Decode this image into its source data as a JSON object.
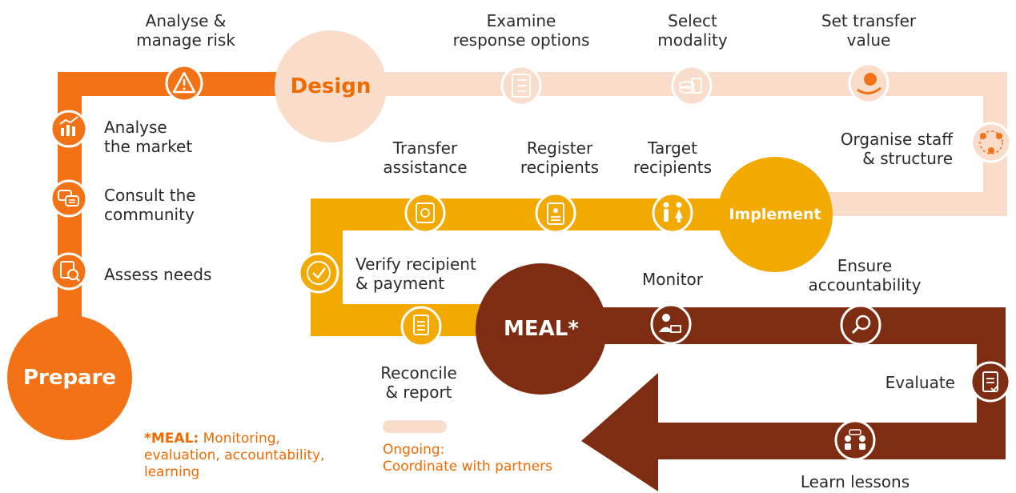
{
  "colors": {
    "prepare": "#f47216",
    "design_light": "#f9ddca",
    "implement": "#f2a900",
    "meal": "#7e2d12",
    "text": "#2b2b2b",
    "footnote": "#f06a00"
  },
  "phases": {
    "prepare": "Prepare",
    "design": "Design",
    "implement": "Implement",
    "meal": "MEAL*"
  },
  "steps": {
    "analyse_risk": "Analyse &\nmanage risk",
    "analyse_market": "Analyse\nthe market",
    "consult_community": "Consult the\ncommunity",
    "assess_needs": "Assess needs",
    "examine_options": "Examine\nresponse options",
    "select_modality": "Select\nmodality",
    "set_transfer_value": "Set transfer\nvalue",
    "organise_staff": "Organise staff\n& structure",
    "transfer_assistance": "Transfer\nassistance",
    "register_recipients": "Register\nrecipients",
    "target_recipients": "Target\nrecipients",
    "verify_payment": "Verify recipient\n& payment",
    "reconcile_report": "Reconcile\n& report",
    "monitor": "Monitor",
    "ensure_accountability": "Ensure\naccountability",
    "evaluate": "Evaluate",
    "learn_lessons": "Learn lessons"
  },
  "footnote": {
    "meal_term": "*MEAL:",
    "meal_definition": " Monitoring,\nevaluation, accountability,\nlearning"
  },
  "legend": {
    "ongoing": "Ongoing:\nCoordinate with partners"
  },
  "icons": [
    "warning-icon",
    "market-chart-icon",
    "chat-bubbles-icon",
    "assessment-icon",
    "checklist-icon",
    "money-stack-icon",
    "hand-coin-icon",
    "team-structure-icon",
    "phone-transfer-icon",
    "id-card-icon",
    "children-icon",
    "check-circle-icon",
    "document-icon",
    "monitor-person-icon",
    "magnifier-icon",
    "clipboard-check-icon",
    "meeting-icon"
  ]
}
